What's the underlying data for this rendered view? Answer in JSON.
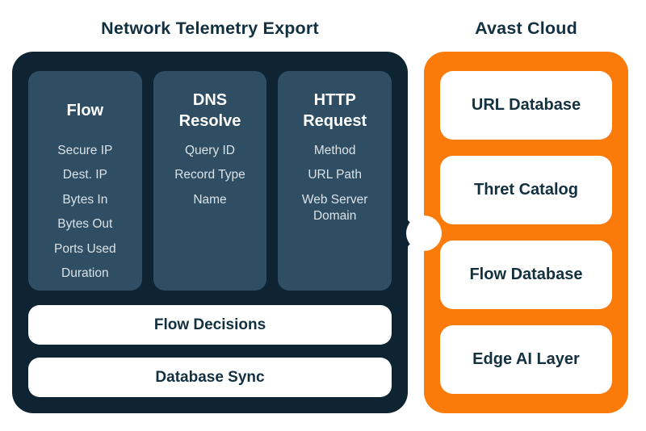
{
  "colors": {
    "background": "#ffffff",
    "panel_navy": "#0e2433",
    "column_slate": "#2f4e63",
    "brand_orange": "#fa7a0a",
    "title_navy": "#12303f",
    "item_text": "#dae2e8"
  },
  "left_panel": {
    "title": "Network Telemetry Export",
    "columns": [
      {
        "heading": "Flow",
        "items": [
          "Secure IP",
          "Dest. IP",
          "Bytes In",
          "Bytes Out",
          "Ports Used",
          "Duration"
        ]
      },
      {
        "heading": "DNS Resolve",
        "items": [
          "Query ID",
          "Record Type",
          "Name"
        ]
      },
      {
        "heading": "HTTP Request",
        "items": [
          "Method",
          "URL Path",
          "Web Server Domain"
        ]
      }
    ],
    "bars": [
      "Flow Decisions",
      "Database Sync"
    ]
  },
  "right_panel": {
    "title": "Avast Cloud",
    "boxes": [
      "URL Database",
      "Thret Catalog",
      "Flow Database",
      "Edge AI Layer"
    ]
  }
}
